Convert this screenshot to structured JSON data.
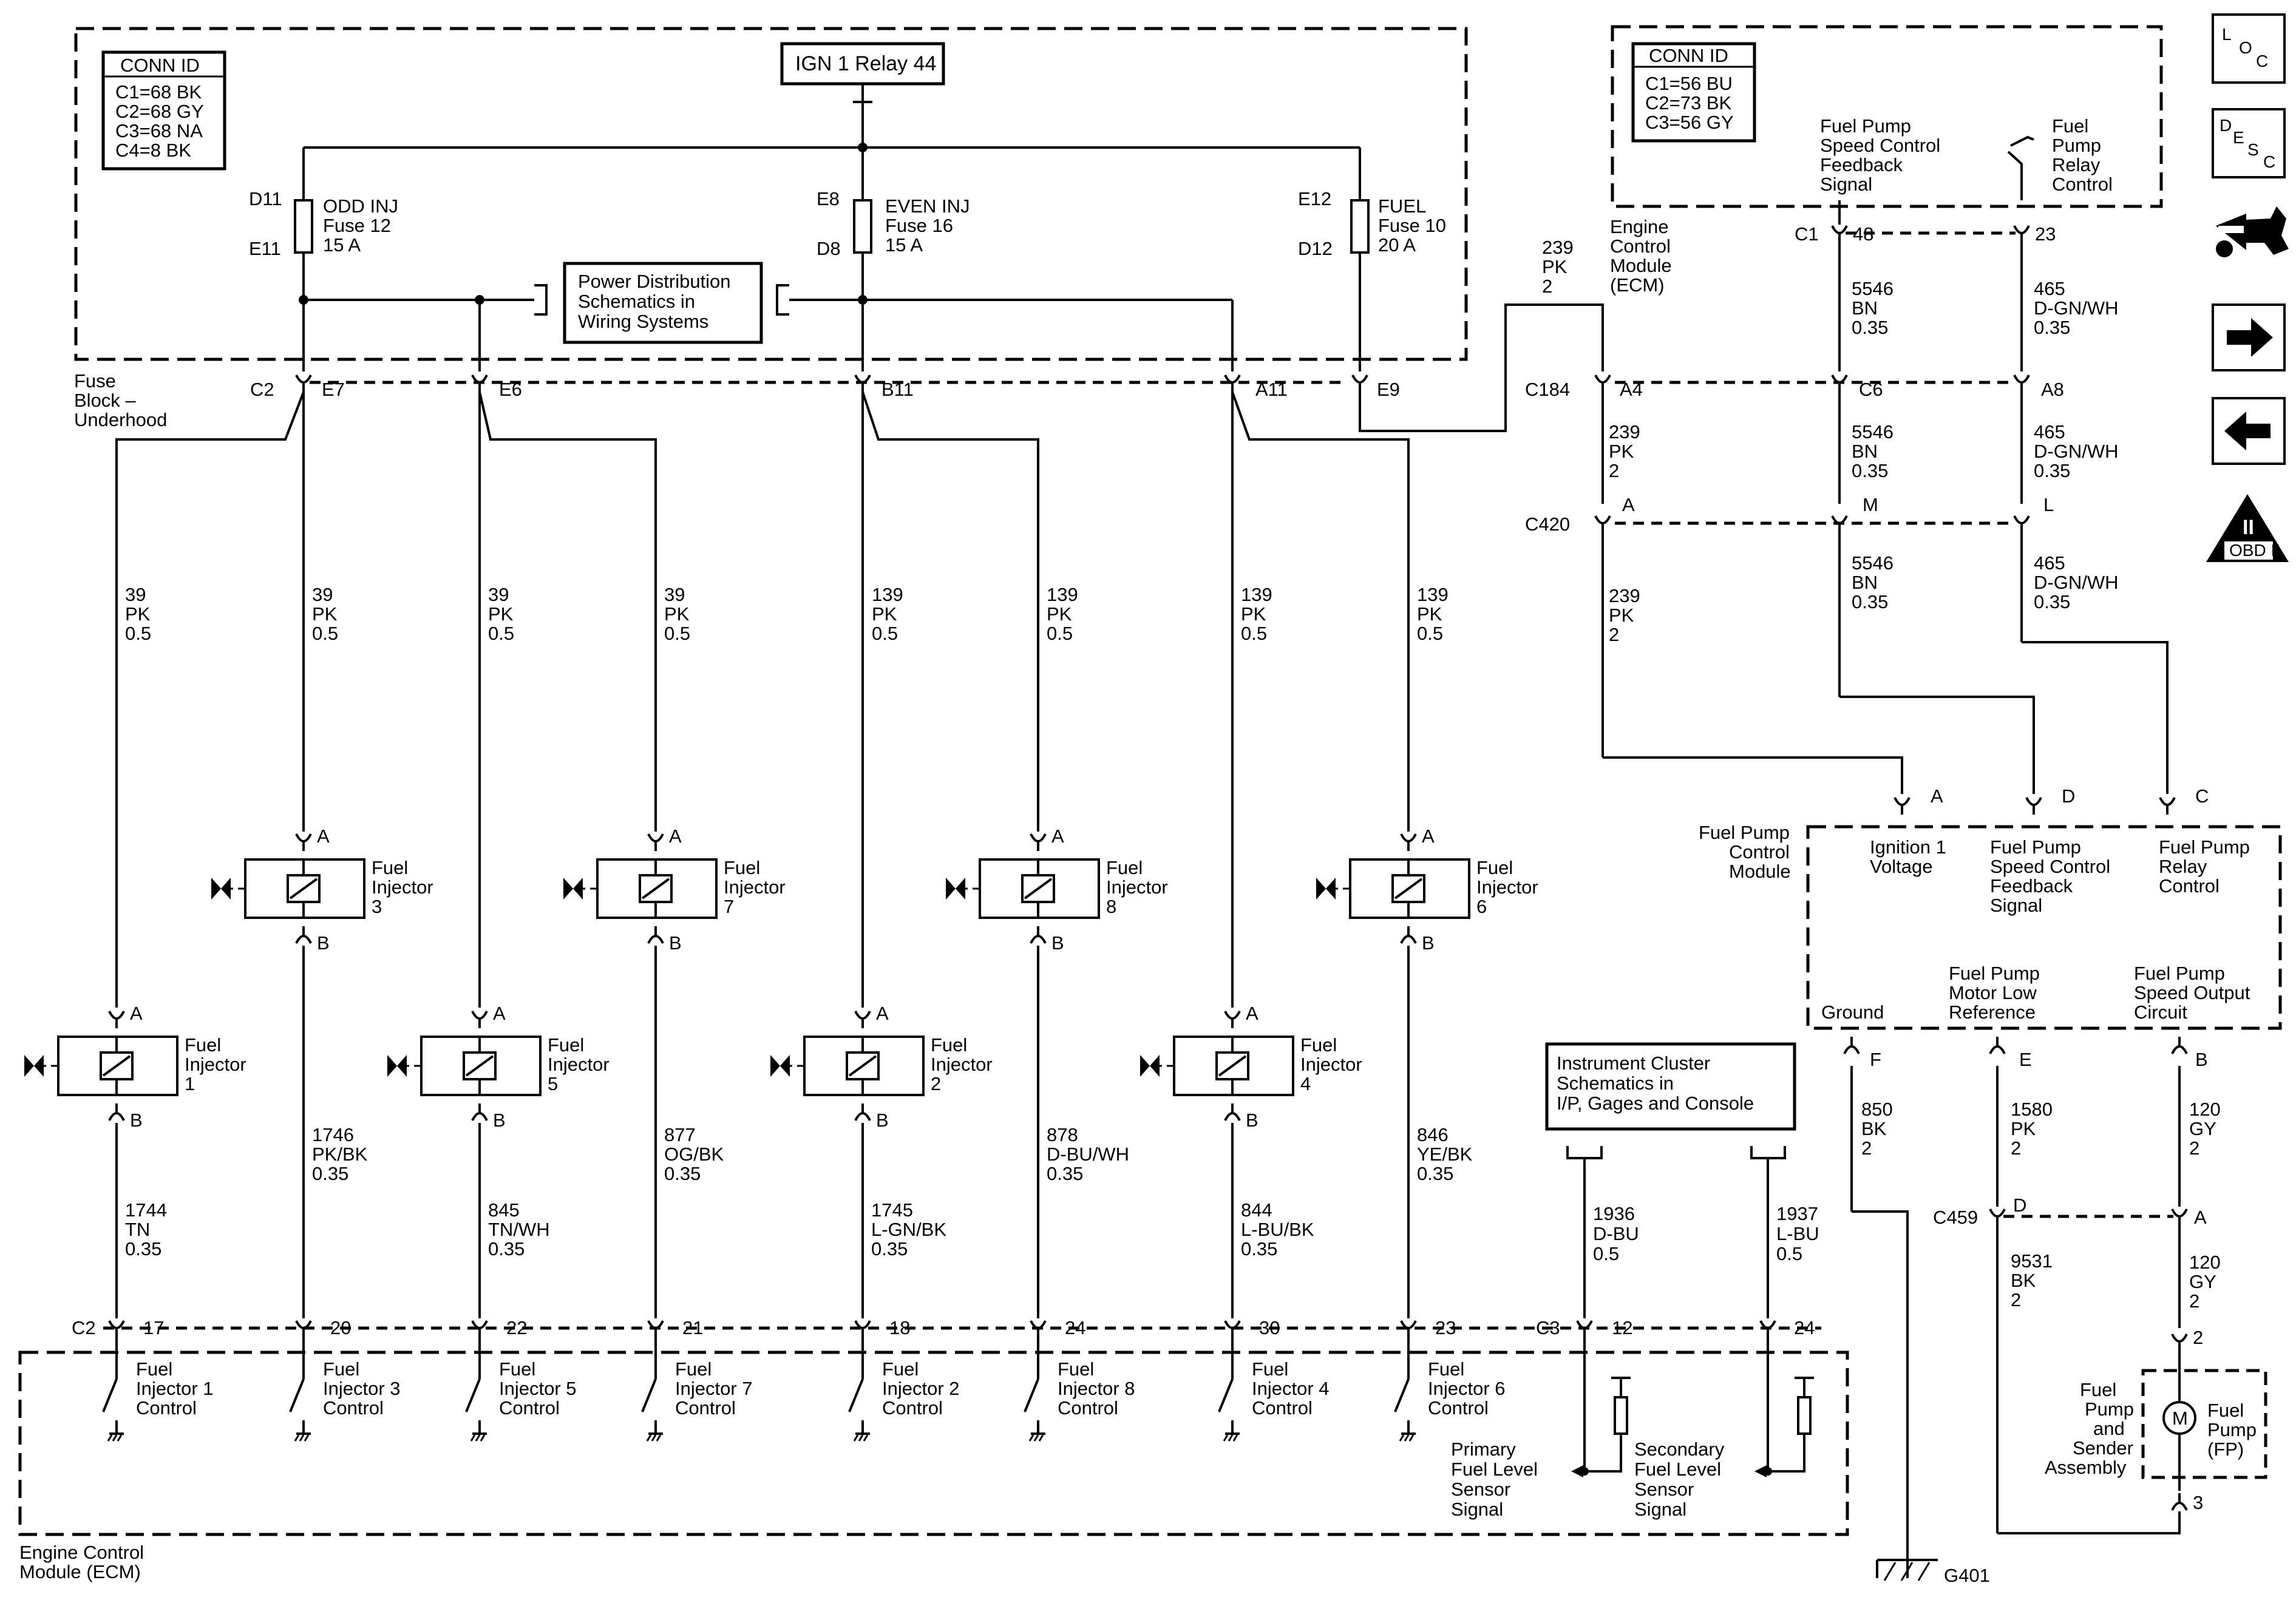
{
  "fuse_block": {
    "conn_id": {
      "title": "CONN ID",
      "lines": [
        "C1=68 BK",
        "C2=68 GY",
        "C3=68 NA",
        "C4=8 BK"
      ]
    },
    "relay": "IGN 1 Relay 44",
    "name_lines": [
      "Fuse",
      "Block –",
      "Underhood"
    ],
    "fuses": [
      {
        "top_pin": "D11",
        "bottom_pin": "E11",
        "lines": [
          "ODD INJ",
          "Fuse 12",
          "15 A"
        ]
      },
      {
        "top_pin": "E8",
        "bottom_pin": "D8",
        "lines": [
          "EVEN INJ",
          "Fuse 16",
          "15 A"
        ]
      },
      {
        "top_pin": "E12",
        "bottom_pin": "D12",
        "lines": [
          "FUEL",
          "Fuse 10",
          "20 A"
        ]
      }
    ],
    "power_distribution": [
      "Power Distribution",
      "Schematics in",
      "Wiring Systems"
    ],
    "connector": "C2",
    "pins": [
      "E7",
      "E6",
      "B11",
      "A11",
      "E9"
    ]
  },
  "upper_wires": [
    [
      "39",
      "PK",
      "0.5"
    ],
    [
      "39",
      "PK",
      "0.5"
    ],
    [
      "39",
      "PK",
      "0.5"
    ],
    [
      "39",
      "PK",
      "0.5"
    ],
    [
      "139",
      "PK",
      "0.5"
    ],
    [
      "139",
      "PK",
      "0.5"
    ],
    [
      "139",
      "PK",
      "0.5"
    ],
    [
      "139",
      "PK",
      "0.5"
    ]
  ],
  "injectors": [
    {
      "label": [
        "Fuel",
        "Injector",
        "1"
      ],
      "pin_a": "A",
      "pin_b": "B",
      "wire": [
        "1744",
        "TN",
        "0.35"
      ],
      "ecm_pin": "17",
      "ecm_label": [
        "Fuel",
        "Injector 1",
        "Control"
      ]
    },
    {
      "label": [
        "Fuel",
        "Injector",
        "3"
      ],
      "pin_a": "A",
      "pin_b": "B",
      "wire": [
        "1746",
        "PK/BK",
        "0.35"
      ],
      "ecm_pin": "20",
      "ecm_label": [
        "Fuel",
        "Injector 3",
        "Control"
      ]
    },
    {
      "label": [
        "Fuel",
        "Injector",
        "5"
      ],
      "pin_a": "A",
      "pin_b": "B",
      "wire": [
        "845",
        "TN/WH",
        "0.35"
      ],
      "ecm_pin": "22",
      "ecm_label": [
        "Fuel",
        "Injector 5",
        "Control"
      ]
    },
    {
      "label": [
        "Fuel",
        "Injector",
        "7"
      ],
      "pin_a": "A",
      "pin_b": "B",
      "wire": [
        "877",
        "OG/BK",
        "0.35"
      ],
      "ecm_pin": "21",
      "ecm_label": [
        "Fuel",
        "Injector 7",
        "Control"
      ]
    },
    {
      "label": [
        "Fuel",
        "Injector",
        "2"
      ],
      "pin_a": "A",
      "pin_b": "B",
      "wire": [
        "1745",
        "L-GN/BK",
        "0.35"
      ],
      "ecm_pin": "18",
      "ecm_label": [
        "Fuel",
        "Injector 2",
        "Control"
      ]
    },
    {
      "label": [
        "Fuel",
        "Injector",
        "8"
      ],
      "pin_a": "A",
      "pin_b": "B",
      "wire": [
        "878",
        "D-BU/WH",
        "0.35"
      ],
      "ecm_pin": "24",
      "ecm_label": [
        "Fuel",
        "Injector 8",
        "Control"
      ]
    },
    {
      "label": [
        "Fuel",
        "Injector",
        "4"
      ],
      "pin_a": "A",
      "pin_b": "B",
      "wire": [
        "844",
        "L-BU/BK",
        "0.35"
      ],
      "ecm_pin": "30",
      "ecm_label": [
        "Fuel",
        "Injector 4",
        "Control"
      ]
    },
    {
      "label": [
        "Fuel",
        "Injector",
        "6"
      ],
      "pin_a": "A",
      "pin_b": "B",
      "wire": [
        "846",
        "YE/BK",
        "0.35"
      ],
      "ecm_pin": "23",
      "ecm_label": [
        "Fuel",
        "Injector 6",
        "Control"
      ]
    }
  ],
  "ecm_bottom": {
    "connector_left": "C2",
    "connector_right": "C3",
    "name_lines": [
      "Engine Control",
      "Module (ECM)"
    ],
    "fuel_level": [
      {
        "pin": "12",
        "wire": [
          "1936",
          "D-BU",
          "0.5"
        ],
        "label": [
          "Primary",
          "Fuel Level",
          "Sensor",
          "Signal"
        ]
      },
      {
        "pin": "24",
        "wire": [
          "1937",
          "L-BU",
          "0.5"
        ],
        "label": [
          "Secondary",
          "Fuel Level",
          "Sensor",
          "Signal"
        ]
      }
    ]
  },
  "instrument_cluster": [
    "Instrument Cluster",
    "Schematics in",
    "I/P, Gages and Console"
  ],
  "ecm_top": {
    "conn_id": {
      "title": "CONN ID",
      "lines": [
        "C1=56 BU",
        "C2=73 BK",
        "C3=56 GY"
      ]
    },
    "name_lines": [
      "Engine",
      "Control",
      "Module",
      "(ECM)"
    ],
    "signal_1": [
      "Fuel Pump",
      "Speed Control",
      "Feedback",
      "Signal"
    ],
    "signal_2": [
      "Fuel",
      "Pump",
      "Relay",
      "Control"
    ],
    "connector": "C1",
    "pin_1": "48",
    "pin_2": "23"
  },
  "fuel_wire_top": [
    "239",
    "PK",
    "2"
  ],
  "c184": {
    "connector": "C184",
    "pins": [
      "A4",
      "C6",
      "A8"
    ],
    "wires_top": [
      [
        "5546",
        "BN",
        "0.35"
      ],
      [
        "465",
        "D-GN/WH",
        "0.35"
      ]
    ],
    "wires_below": [
      [
        "239",
        "PK",
        "2"
      ],
      [
        "5546",
        "BN",
        "0.35"
      ],
      [
        "465",
        "D-GN/WH",
        "0.35"
      ]
    ]
  },
  "c420": {
    "connector": "C420",
    "pins": [
      "A",
      "M",
      "L"
    ],
    "wires_below": [
      [
        "239",
        "PK",
        "2"
      ],
      [
        "5546",
        "BN",
        "0.35"
      ],
      [
        "465",
        "D-GN/WH",
        "0.35"
      ]
    ]
  },
  "fpcm": {
    "name_lines": [
      "Fuel Pump",
      "Control",
      "Module"
    ],
    "top_pins": [
      "A",
      "D",
      "C"
    ],
    "top_labels": [
      [
        "Ignition 1",
        "Voltage"
      ],
      [
        "Fuel Pump",
        "Speed Control",
        "Feedback",
        "Signal"
      ],
      [
        "Fuel Pump",
        "Relay",
        "Control"
      ]
    ],
    "bottom_labels": [
      [
        "Ground"
      ],
      [
        "Fuel Pump",
        "Motor Low",
        "Reference"
      ],
      [
        "Fuel Pump",
        "Speed Output",
        "Circuit"
      ]
    ],
    "bottom_pins": [
      "F",
      "E",
      "B"
    ],
    "bottom_wires": [
      [
        "850",
        "BK",
        "2"
      ],
      [
        "1580",
        "PK",
        "2"
      ],
      [
        "120",
        "GY",
        "2"
      ]
    ]
  },
  "c459": {
    "connector": "C459",
    "pins": [
      "D",
      "A"
    ],
    "wires": [
      [
        "9531",
        "BK",
        "2"
      ],
      [
        "120",
        "GY",
        "2"
      ]
    ]
  },
  "pump": {
    "label": [
      "Fuel",
      "Pump",
      "and",
      "Sender",
      "Assembly"
    ],
    "motor": "M",
    "motor_label": [
      "Fuel",
      "Pump",
      "(FP)"
    ],
    "pin_top": "2",
    "pin_bottom": "3"
  },
  "ground": "G401",
  "nav": {
    "loc": [
      "L",
      "O",
      "C"
    ],
    "desc": [
      "D",
      "E",
      "S",
      "C"
    ],
    "obd": [
      "II",
      "OBD II"
    ]
  }
}
